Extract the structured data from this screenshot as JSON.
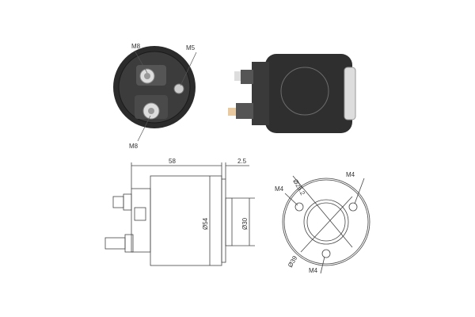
{
  "photo_end_view": {
    "labels": {
      "terminal_top": "M8",
      "terminal_small": "M5",
      "terminal_bottom": "M8"
    }
  },
  "side_drawing": {
    "length": "58",
    "offset": "2.5",
    "body_diameter": "Ø54",
    "boss_diameter": "Ø30"
  },
  "end_drawing": {
    "inner_diameter": "Ø25.2",
    "bolt_circle": "Ø39",
    "hole_left": "M4",
    "hole_right": "M4",
    "hole_bottom": "M4"
  },
  "colors": {
    "body_dark": "#2a2a2a",
    "line": "#444444"
  }
}
